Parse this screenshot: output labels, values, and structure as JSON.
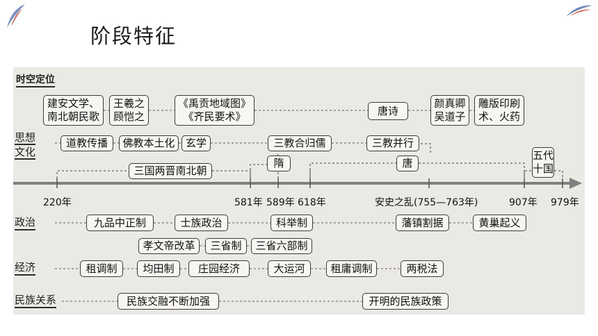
{
  "slide": {
    "title": "阶段特征"
  },
  "section_label": "时空定位",
  "categories": {
    "culture": [
      "思想",
      "文化"
    ],
    "politics": "政治",
    "economy": "经济",
    "ethnic": "民族关系"
  },
  "culture_top": [
    [
      "建安文学、",
      "南北朝民歌"
    ],
    [
      "王羲之",
      "顾恺之"
    ],
    [
      "《禹贡地域图》",
      "《齐民要术》"
    ],
    [
      "唐诗"
    ],
    [
      "颜真卿",
      "吴道子"
    ],
    [
      "雕版印刷",
      "术、火药"
    ]
  ],
  "culture_row": [
    "道教传播",
    "佛教本土化",
    "玄学",
    "三教合归儒",
    "三教并行"
  ],
  "periods": [
    "三国两晋南北朝",
    "隋",
    "唐",
    "五代十国"
  ],
  "timeline_labels": [
    "220年",
    "581年",
    "589年",
    "618年",
    "安史之乱(755—763年)",
    "907年",
    "979年"
  ],
  "politics_row1": [
    "九品中正制",
    "士族政治",
    "科举制",
    "藩镇割据",
    "黄巢起义"
  ],
  "politics_row2": [
    "孝文帝改革",
    "三省制",
    "三省六部制"
  ],
  "economy_row": [
    "租调制",
    "均田制",
    "庄园经济",
    "大运河",
    "租庸调制",
    "两税法"
  ],
  "ethnic_row": [
    "民族交融不断加强",
    "开明的民族政策"
  ],
  "colors": {
    "panel": "#ebe9e4",
    "box_border": "#3a3a3a",
    "axis": "#7f7f7f",
    "deco_blue": "#6e86b5",
    "deco_red": "#c96a5a"
  }
}
